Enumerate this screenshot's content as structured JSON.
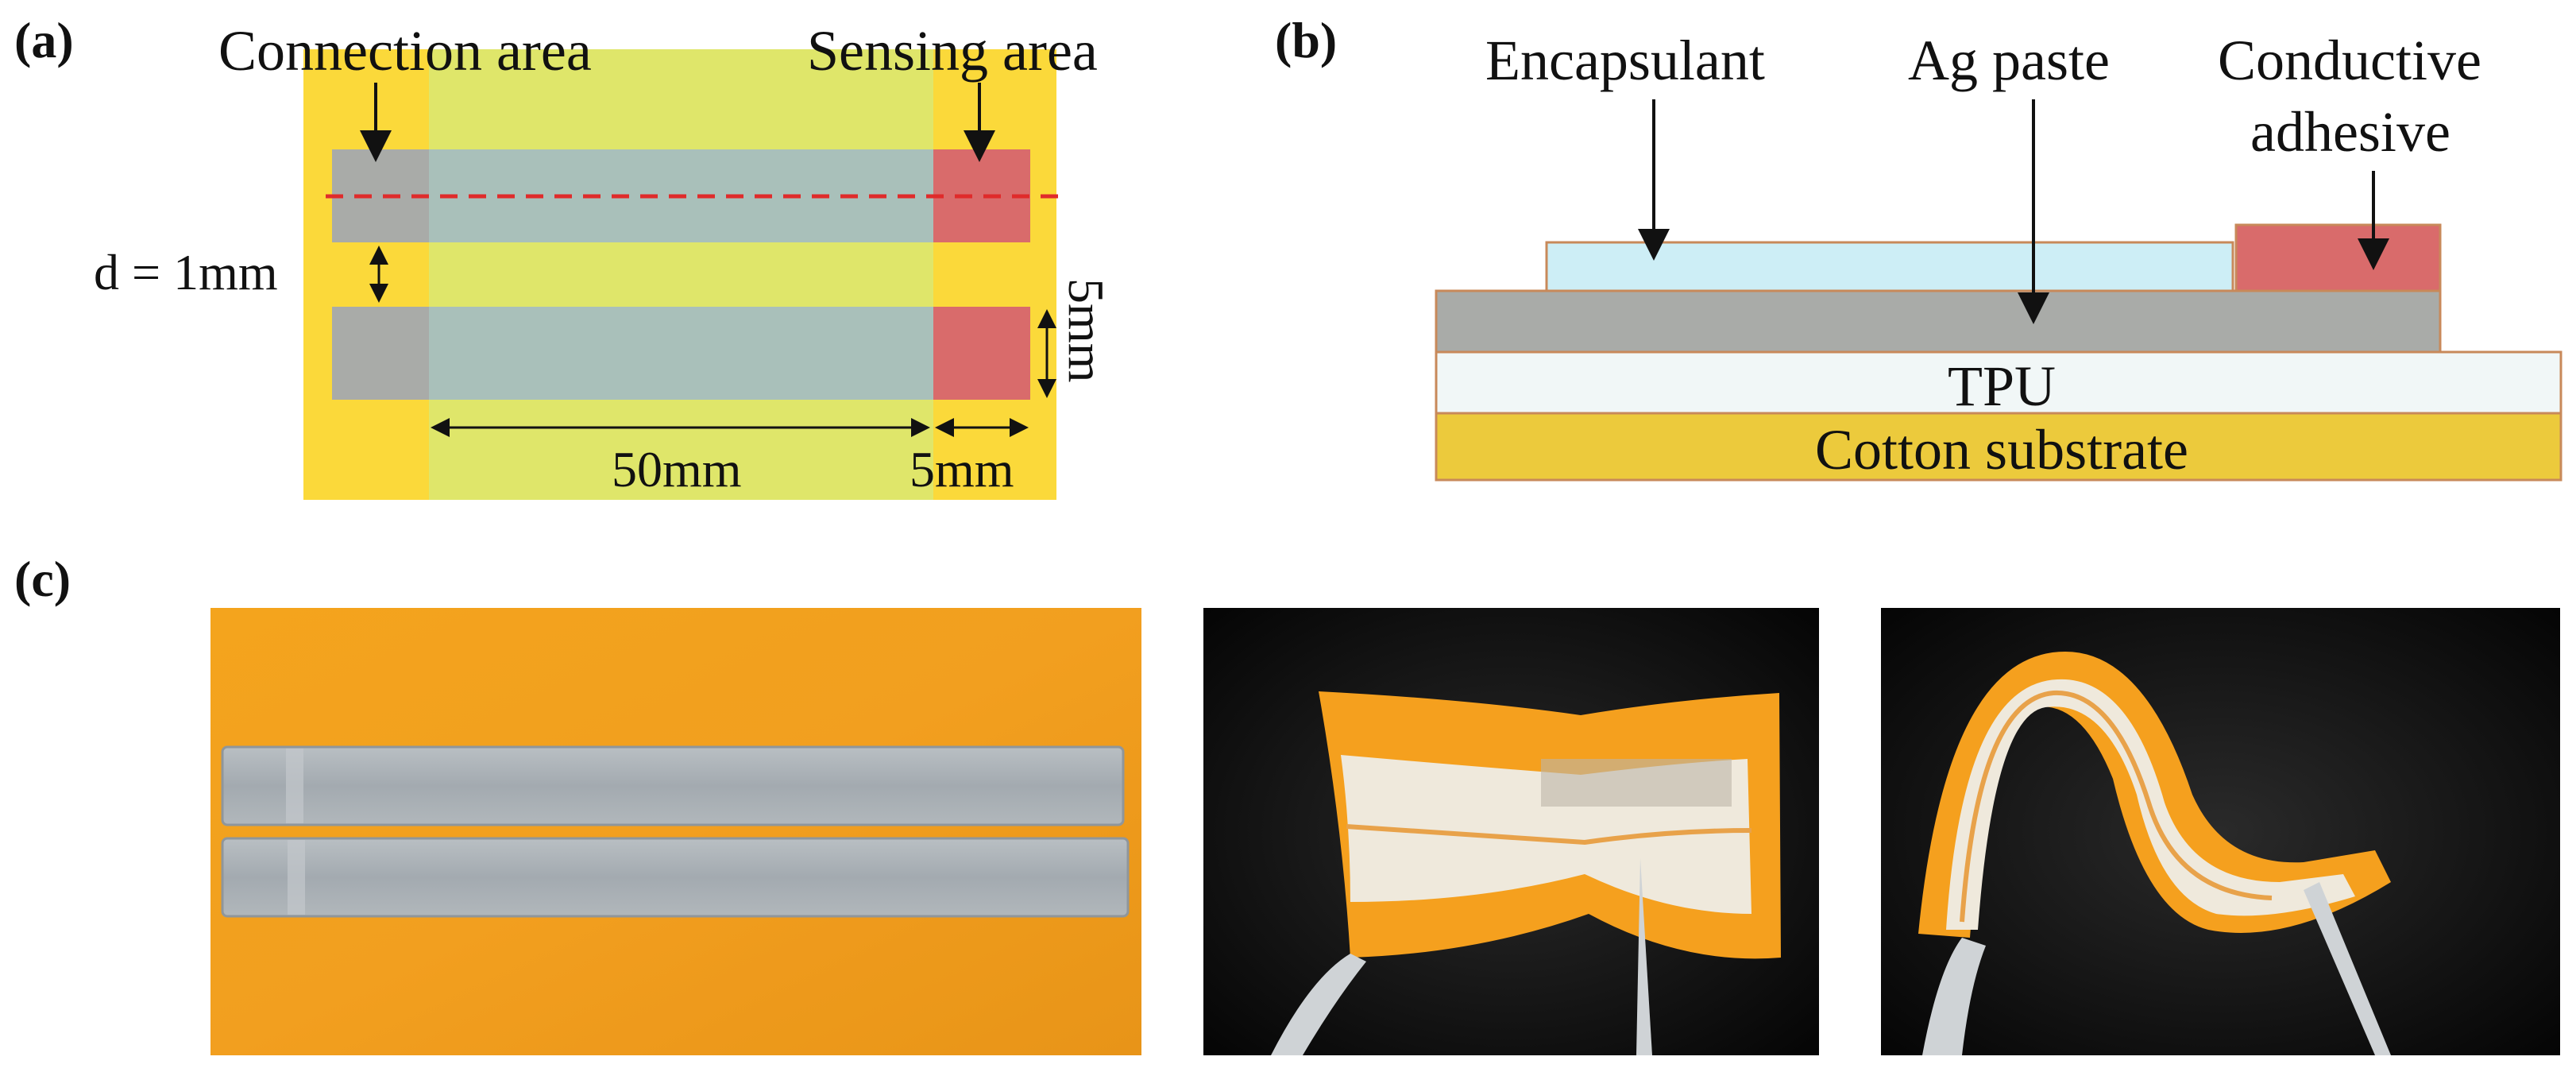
{
  "figure": {
    "panel_a": {
      "label": "(a)",
      "connection_area": "Connection area",
      "sensing_area": "Sensing area",
      "gap": "d = 1mm",
      "length": "50mm",
      "pad_width": "5mm",
      "pad_height": "5mm"
    },
    "panel_b": {
      "label": "(b)",
      "encapsulant": "Encapsulant",
      "ag_paste": "Ag paste",
      "conductive_adhesive_line1": "Conductive",
      "conductive_adhesive_line2": "adhesive",
      "tpu": "TPU",
      "cotton_substrate": "Cotton substrate"
    },
    "panel_c": {
      "label": "(c)"
    }
  },
  "colors": {
    "fabric_yellow": "#fbd93a",
    "connection_band": "#dfe66a",
    "electrode_gray": "#a9aba8",
    "electrode_tint": "#a9c0ba",
    "sensing_red": "#d96b6b",
    "cut_line": "#e02b2b",
    "encapsulant": "#cdeef6",
    "tpu": "#f1f7f7",
    "cotton": "#ecca3c",
    "outline": "#c8895a",
    "photo_orange": "#f5a01e",
    "photo_dark": "#111111"
  }
}
